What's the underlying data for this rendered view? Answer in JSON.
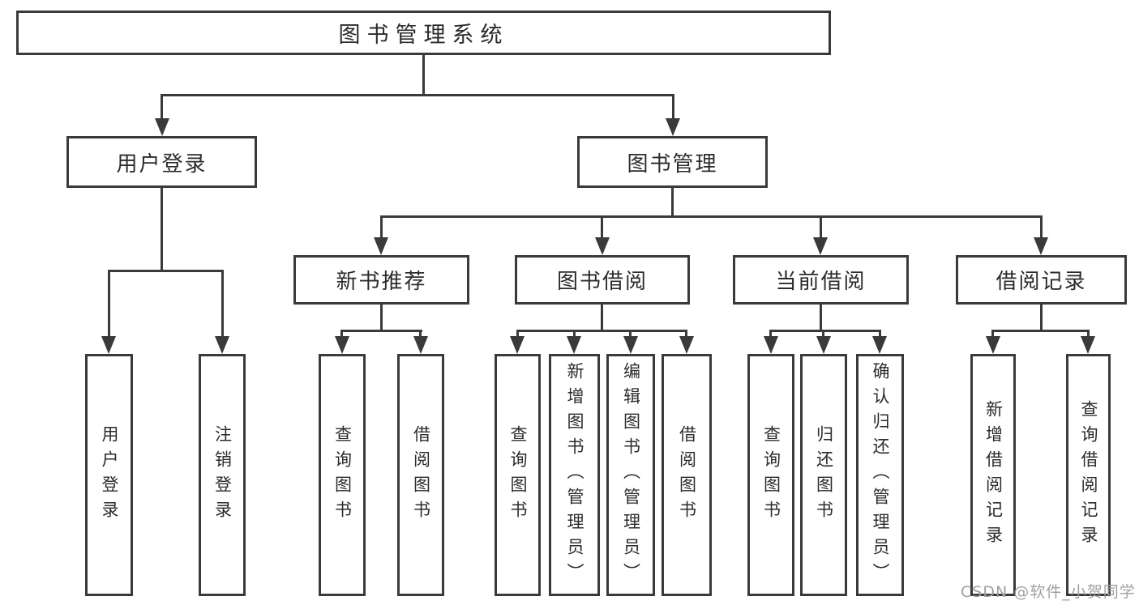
{
  "diagram": {
    "type": "tree-diagram",
    "colors": {
      "line": "#3a3a3a",
      "box_fill": "#ffffff",
      "text": "#2b2b2b",
      "watermark": "#a0a0a0",
      "background": "#ffffff"
    },
    "nodes": {
      "root": "图书管理系统",
      "user_login": "用户登录",
      "book_mgmt": "图书管理",
      "new_book_rec": "新书推荐",
      "book_borrow": "图书借阅",
      "current_borrow": "当前借阅",
      "borrow_record": "借阅记录",
      "leaf_user_login": "用户登录",
      "leaf_logout": "注销登录",
      "leaf_nb_query": "查询图书",
      "leaf_nb_borrow": "借阅图书",
      "leaf_bb_query": "查询图书",
      "leaf_bb_add": "新增图书（管理员）",
      "leaf_bb_edit": "编辑图书（管理员）",
      "leaf_bb_borrow": "借阅图书",
      "leaf_cb_query": "查询图书",
      "leaf_cb_return": "归还图书",
      "leaf_cb_confirm": "确认归还（管理员）",
      "leaf_br_add": "新增借阅记录",
      "leaf_br_query": "查询借阅记录"
    },
    "hierarchy": {
      "图书管理系统": {
        "用户登录": [
          "用户登录",
          "注销登录"
        ],
        "图书管理": {
          "新书推荐": [
            "查询图书",
            "借阅图书"
          ],
          "图书借阅": [
            "查询图书",
            "新增图书（管理员）",
            "编辑图书（管理员）",
            "借阅图书"
          ],
          "当前借阅": [
            "查询图书",
            "归还图书",
            "确认归还（管理员）"
          ],
          "借阅记录": [
            "新增借阅记录",
            "查询借阅记录"
          ]
        }
      }
    },
    "watermark": "CSDN @软件_小贺同学"
  }
}
